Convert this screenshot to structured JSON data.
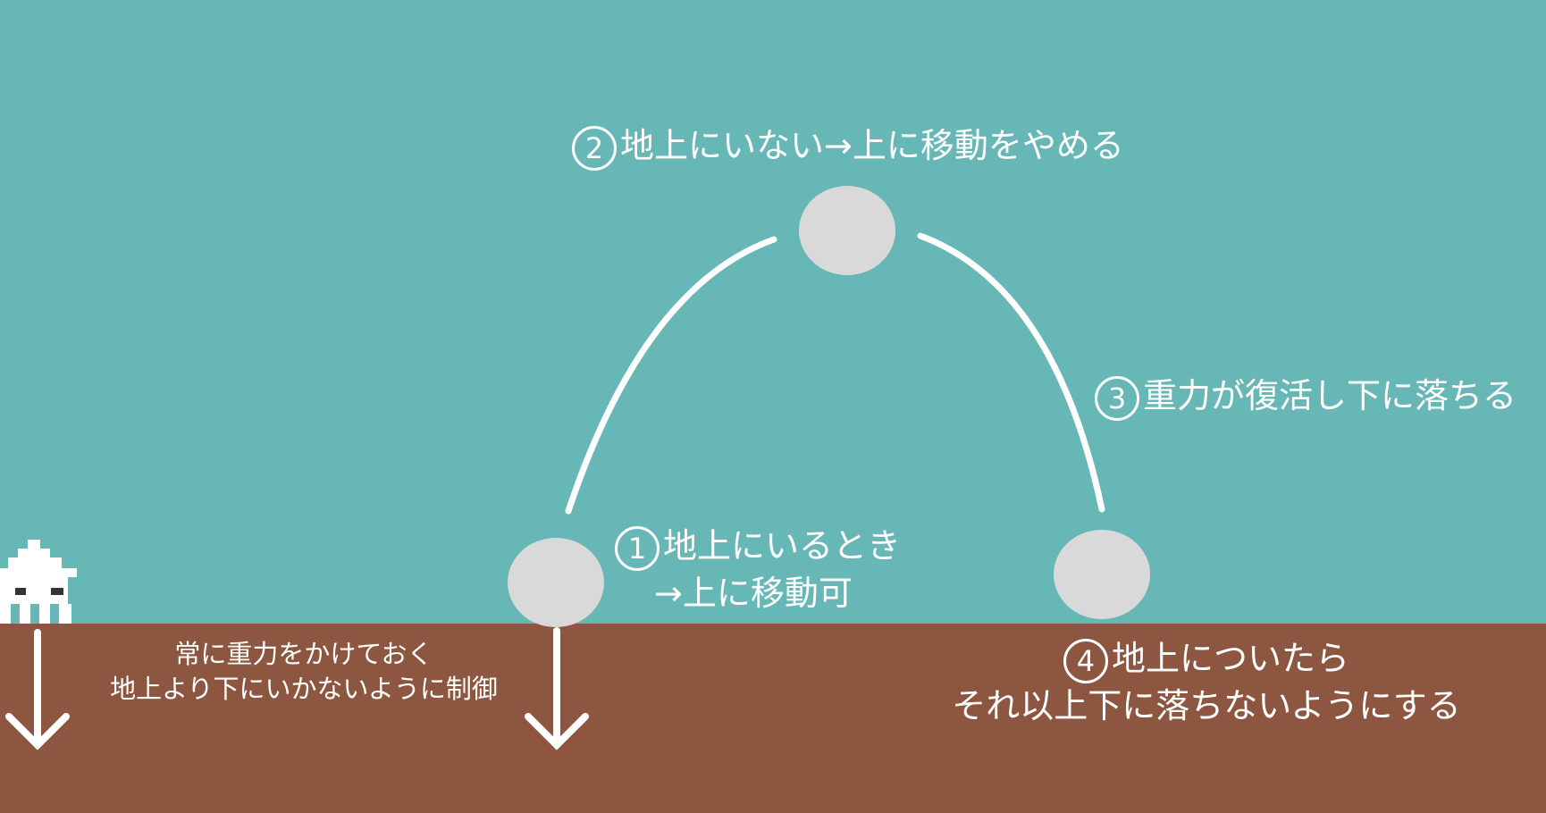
{
  "colors": {
    "sky": "#67b7b6",
    "ground": "#8c5640",
    "ball": "#d9d9d9",
    "stroke": "#ffffff"
  },
  "step1": {
    "number": "1",
    "line1": "地上にいるとき",
    "line2": "→上に移動可"
  },
  "step2": {
    "number": "2",
    "text": "地上にいない→上に移動をやめる"
  },
  "step3": {
    "number": "3",
    "text": "重力が復活し下に落ちる"
  },
  "step4": {
    "number": "4",
    "line1": "地上についたら",
    "line2": "それ以上下に落ちないようにする"
  },
  "gravity_note": {
    "line1": "常に重力をかけておく",
    "line2": "地上より下にいかないように制御"
  },
  "icons": {
    "character": "pixel-ghost-icon",
    "gravity_arrow": "arrow-down-icon"
  }
}
